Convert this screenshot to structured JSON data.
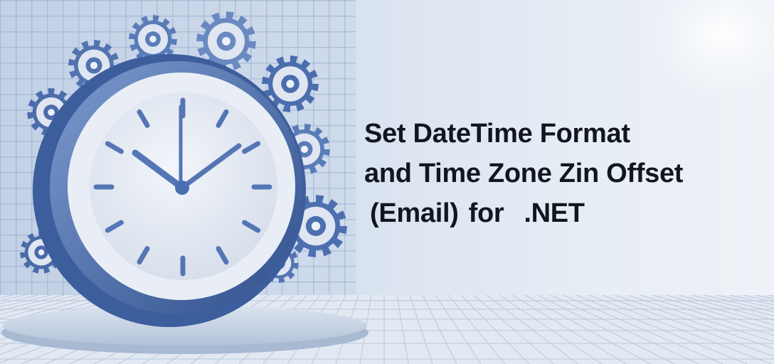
{
  "headline": {
    "line1": "Set DateTime Format",
    "line2": "and Time Zone Zin Offset",
    "line3_part1": "(Email)",
    "line3_part2": "for",
    "line3_part3": ".NET"
  },
  "colors": {
    "text": "#121620",
    "clock_blue": "#4a6fb0",
    "clock_face": "#e6ecf5",
    "background": "#dfe7f1"
  },
  "icons": [
    "clock-icon",
    "gear-icon"
  ]
}
